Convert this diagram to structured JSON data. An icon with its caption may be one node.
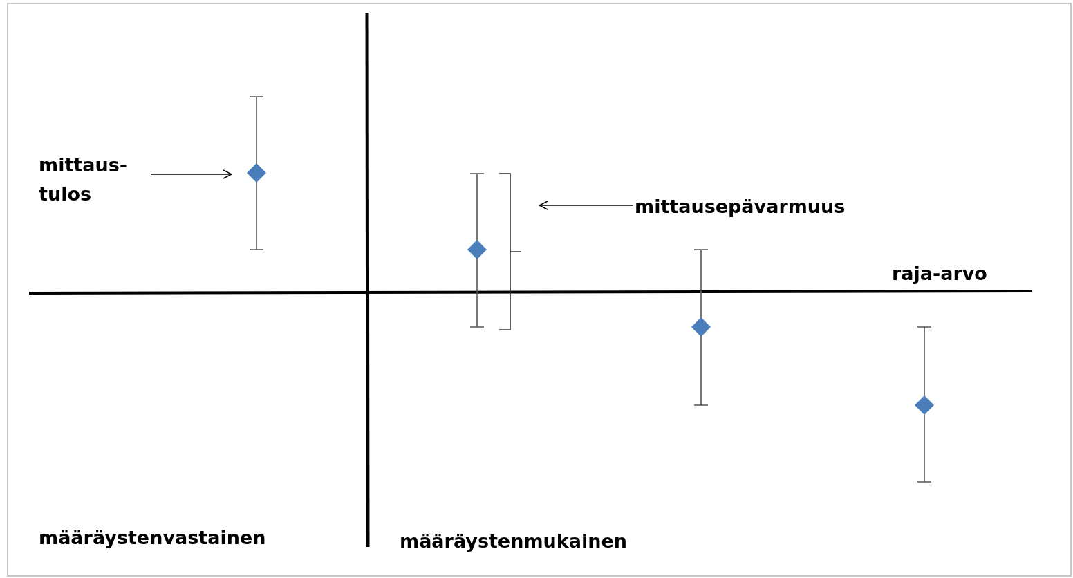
{
  "diagram": {
    "nodes": [
      {
        "text": [
          "mittaus- tulos"
        ]
      },
      {
        "text": [],
        "shape": "diamond"
      },
      {
        "text": [
          "mittausepävarmuus"
        ]
      },
      {
        "text": [],
        "shape": "bracket"
      },
      {
        "text": [],
        "shape": "diamond"
      },
      {
        "text": [],
        "shape": "diamond"
      },
      {
        "text": [],
        "shape": "diamond"
      }
    ],
    "edges": [
      {
        "from": 0,
        "to": 1,
        "arrow": "to"
      },
      {
        "from": 2,
        "to": 3,
        "arrow": "to"
      }
    ],
    "labels": [
      "raja-arvo",
      "määräystenvastainen",
      "määräystenmukainen"
    ]
  }
}
